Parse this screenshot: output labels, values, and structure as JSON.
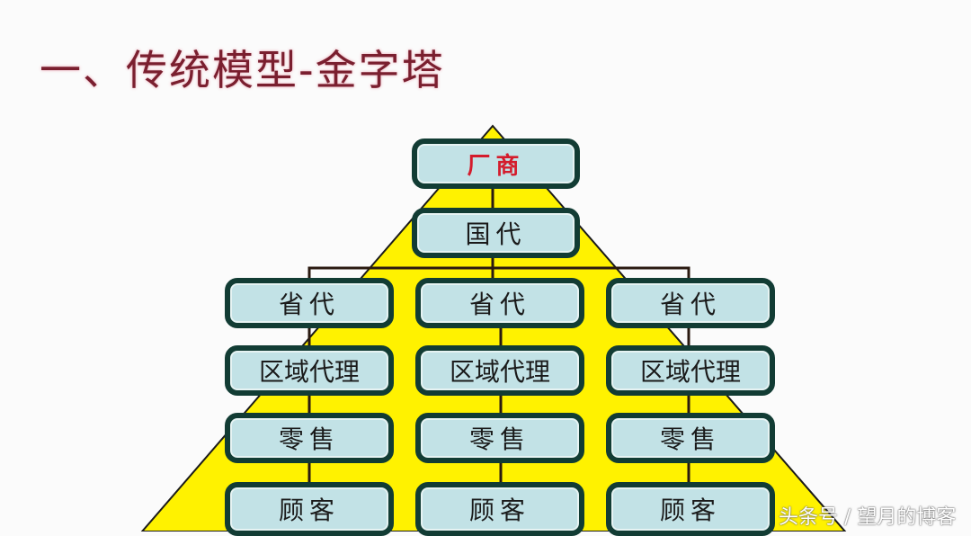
{
  "title": "一、传统模型-金字塔",
  "diagram": {
    "type": "pyramid-hierarchy",
    "colors": {
      "pyramid_fill": "#fff200",
      "node_fill": "#c2e2e6",
      "node_border": "#123c34",
      "top_label": "#d41c2c",
      "title": "#7a1f2f"
    },
    "top": {
      "label": "厂商"
    },
    "national": {
      "label": "国代"
    },
    "columns": [
      {
        "province": "省代",
        "region": "区域代理",
        "retail": "零售",
        "customer": "顾客"
      },
      {
        "province": "省代",
        "region": "区域代理",
        "retail": "零售",
        "customer": "顾客"
      },
      {
        "province": "省代",
        "region": "区域代理",
        "retail": "零售",
        "customer": "顾客"
      }
    ]
  },
  "watermark": "头条号 / 望月的博客"
}
